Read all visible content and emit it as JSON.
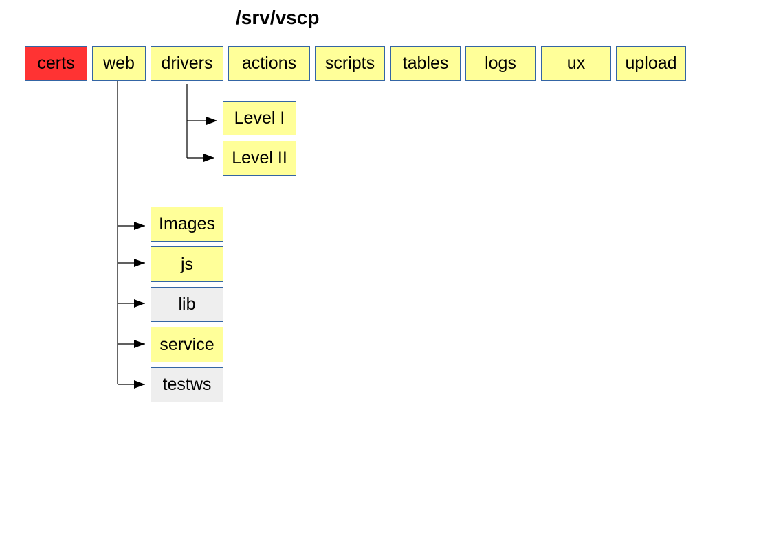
{
  "title": "/srv/vscp",
  "colors": {
    "highlight": "#ff3333",
    "folder": "#ffff99",
    "inactive": "#eeeeee",
    "border": "#3465a4",
    "connector": "#000000"
  },
  "top_folders": [
    {
      "label": "certs",
      "state": "highlight"
    },
    {
      "label": "web",
      "state": "folder"
    },
    {
      "label": "drivers",
      "state": "folder"
    },
    {
      "label": "actions",
      "state": "folder"
    },
    {
      "label": "scripts",
      "state": "folder"
    },
    {
      "label": "tables",
      "state": "folder"
    },
    {
      "label": "logs",
      "state": "folder"
    },
    {
      "label": "ux",
      "state": "folder"
    },
    {
      "label": "upload",
      "state": "folder"
    }
  ],
  "drivers_children": [
    {
      "label": "Level I",
      "state": "folder"
    },
    {
      "label": "Level II",
      "state": "folder"
    }
  ],
  "web_children": [
    {
      "label": "Images",
      "state": "folder"
    },
    {
      "label": "js",
      "state": "folder"
    },
    {
      "label": "lib",
      "state": "inactive"
    },
    {
      "label": "service",
      "state": "folder"
    },
    {
      "label": "testws",
      "state": "inactive"
    }
  ]
}
